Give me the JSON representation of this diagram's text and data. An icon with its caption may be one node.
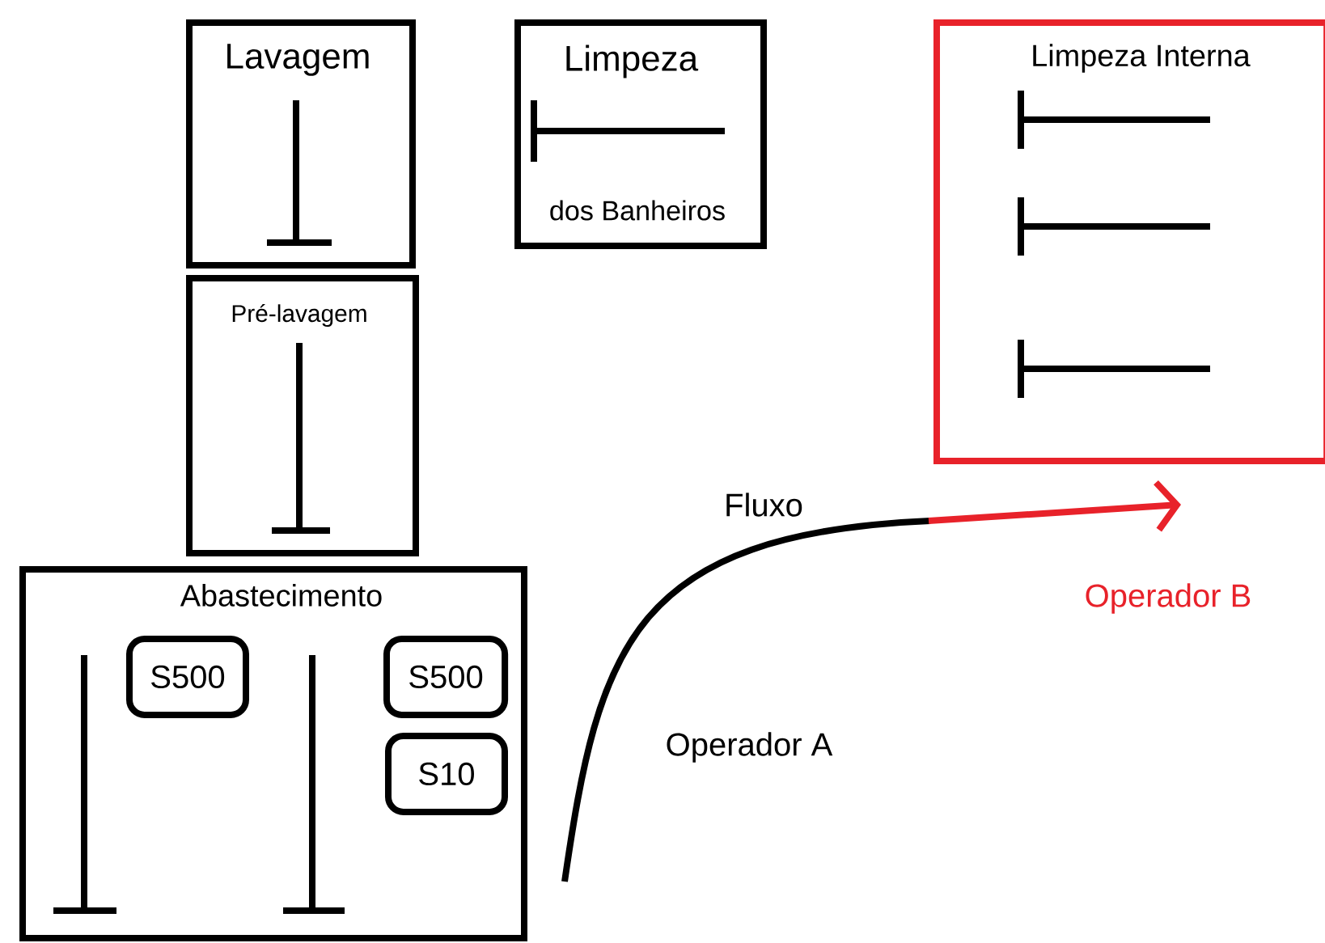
{
  "diagram": {
    "nodes": [
      {
        "text": [
          "Lavagem"
        ]
      },
      {
        "text": [
          "Limpeza",
          "dos Banheiros"
        ]
      },
      {
        "text": [
          "Limpeza Interna"
        ]
      },
      {
        "text": [
          "Pré-lavagem"
        ]
      },
      {
        "text": [
          "Abastecimento"
        ]
      },
      {
        "text": [
          "S500"
        ],
        "in": 4
      },
      {
        "text": [
          "S500"
        ],
        "in": 4
      },
      {
        "text": [
          "S10"
        ],
        "in": 4
      }
    ],
    "labels": [
      "Fluxo",
      "Operador A",
      "Operador B"
    ]
  }
}
